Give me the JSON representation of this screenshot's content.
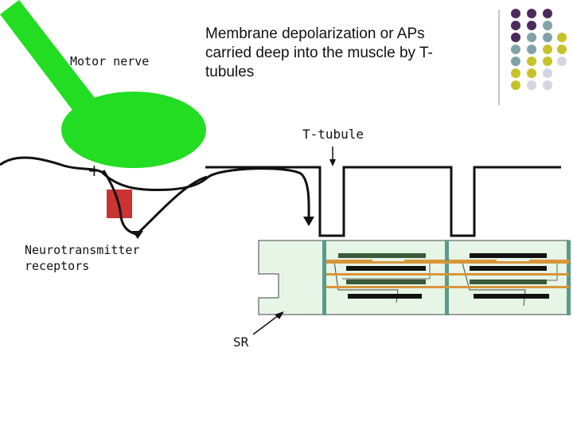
{
  "labels": {
    "motor_nerve": "Motor nerve",
    "description": "Membrane depolarization or APs carried deep into the muscle by T-tubules",
    "description_lines": [
      "Membrane depolarization or APs",
      "carried deep into the muscle by T-",
      "tubules"
    ],
    "t_tubule": "T-tubule",
    "plus_sign": "+",
    "receptors_lines": [
      "Neurotransmitter",
      "receptors"
    ],
    "sr": "SR"
  },
  "colors": {
    "nerve_green": "#22dd22",
    "receptor_red": "#cc3333",
    "sr_fill": "#e6f5e6",
    "z_line_teal": "#5a9a8a",
    "thick_filament": "#111111",
    "dark_green_filament": "#3a5a3a",
    "thin_filament_orange": "#d9963a",
    "dot_purple": "#4b2a5e",
    "dot_teal": "#7fa3a6",
    "dot_yellow": "#c8c22a",
    "dot_lavender": "#d4d4e2"
  }
}
